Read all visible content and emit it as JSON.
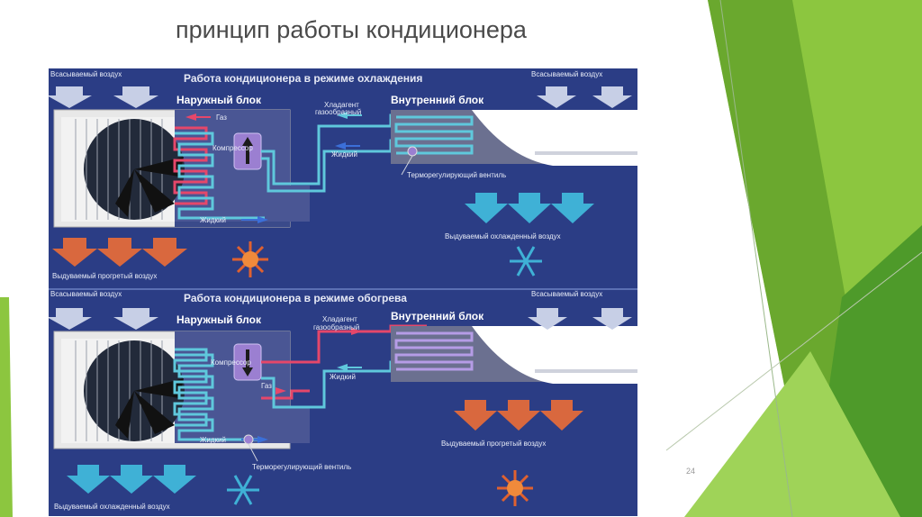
{
  "slide": {
    "title": "принцип работы кондиционера",
    "page_number": "24"
  },
  "cooling": {
    "mode_title": "Работа кондиционера в режиме охлаждения",
    "outdoor_unit": "Наружный блок",
    "indoor_unit": "Внутренний блок",
    "intake_left": "Всасываемый воздух",
    "intake_right": "Всасываемый воздух",
    "gas": "Газ",
    "compressor": "Компрессор",
    "liquid_outdoor": "Жидкий",
    "refrigerant_line1": "Хладагент",
    "refrigerant_line2": "газообразный",
    "liquid_indoor": "Жидкий",
    "valve": "Терморегулирующий вентиль",
    "blown_out": "Выдуваемый прогретый воздух",
    "blown_in": "Выдуваемый охлажденный воздух"
  },
  "heating": {
    "mode_title": "Работа кондиционера в режиме обогрева",
    "outdoor_unit": "Наружный блок",
    "indoor_unit": "Внутренний блок",
    "intake_left": "Всасываемый воздух",
    "intake_right": "Всасываемый воздух",
    "compressor": "Компрессор",
    "gas": "Газ",
    "liquid_outdoor": "Жидкий",
    "refrigerant_line1": "Хладагент",
    "refrigerant_line2": "газообразный",
    "liquid_indoor": "Жидкий",
    "valve": "Терморегулирующий вентиль",
    "blown_out": "Выдуваемый охлажденный воздух",
    "blown_in": "Выдуваемый прогретый воздух"
  },
  "colors": {
    "diagram_bg": "#2b3d85",
    "cold_arrow": "#3fb1d6",
    "warm_arrow": "#d9683e",
    "intake_arrow": "#c7cfe6",
    "gas_line": "#e5476a",
    "liquid_line": "#5fc8dc",
    "indoor_coil": "#8a7ad6",
    "deco_green": "#8cc63f"
  }
}
